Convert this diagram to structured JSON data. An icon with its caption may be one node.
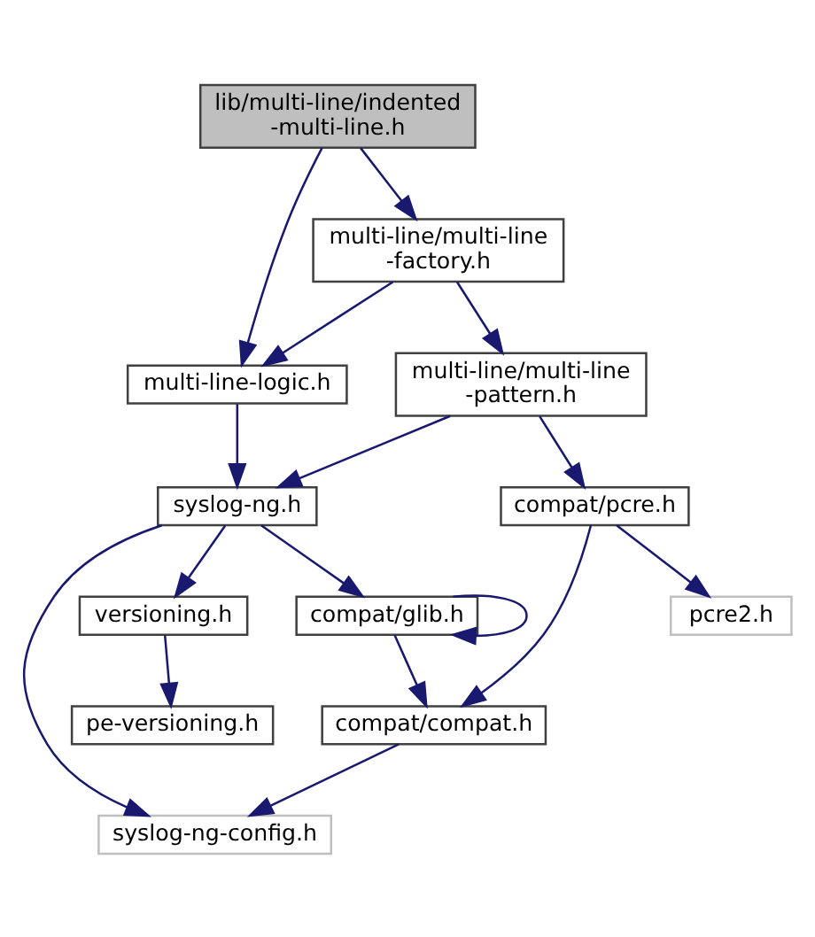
{
  "diagram": {
    "nodes": [
      {
        "text": [
          "lib/multi-line/indented -multi-line.h"
        ]
      },
      {
        "text": [
          "multi-line/multi-line -factory.h"
        ]
      },
      {
        "text": [
          "multi-line-logic.h"
        ]
      },
      {
        "text": [
          "multi-line/multi-line -pattern.h"
        ]
      },
      {
        "text": [
          "syslog-ng.h"
        ]
      },
      {
        "text": [
          "compat/pcre.h"
        ]
      },
      {
        "text": [
          "versioning.h"
        ]
      },
      {
        "text": [
          "compat/glib.h"
        ]
      },
      {
        "text": [
          "pcre2.h"
        ]
      },
      {
        "text": [
          "pe-versioning.h"
        ]
      },
      {
        "text": [
          "compat/compat.h"
        ]
      },
      {
        "text": [
          "syslog-ng-config.h"
        ]
      }
    ],
    "edges": [
      {
        "from": 0,
        "to": 2,
        "arrow": "to"
      },
      {
        "from": 0,
        "to": 1,
        "arrow": "to"
      },
      {
        "from": 1,
        "to": 2,
        "arrow": "to"
      },
      {
        "from": 1,
        "to": 3,
        "arrow": "to"
      },
      {
        "from": 2,
        "to": 4,
        "arrow": "to"
      },
      {
        "from": 3,
        "to": 4,
        "arrow": "to"
      },
      {
        "from": 3,
        "to": 5,
        "arrow": "to"
      },
      {
        "from": 4,
        "to": 6,
        "arrow": "to"
      },
      {
        "from": 4,
        "to": 7,
        "arrow": "to"
      },
      {
        "from": 4,
        "to": 11,
        "arrow": "to"
      },
      {
        "from": 5,
        "to": 8,
        "arrow": "to"
      },
      {
        "from": 5,
        "to": 10,
        "arrow": "to"
      },
      {
        "from": 6,
        "to": 9,
        "arrow": "to"
      },
      {
        "from": 7,
        "to": 7,
        "arrow": "to"
      },
      {
        "from": 7,
        "to": 10,
        "arrow": "to"
      },
      {
        "from": 10,
        "to": 11,
        "arrow": "to"
      }
    ]
  }
}
